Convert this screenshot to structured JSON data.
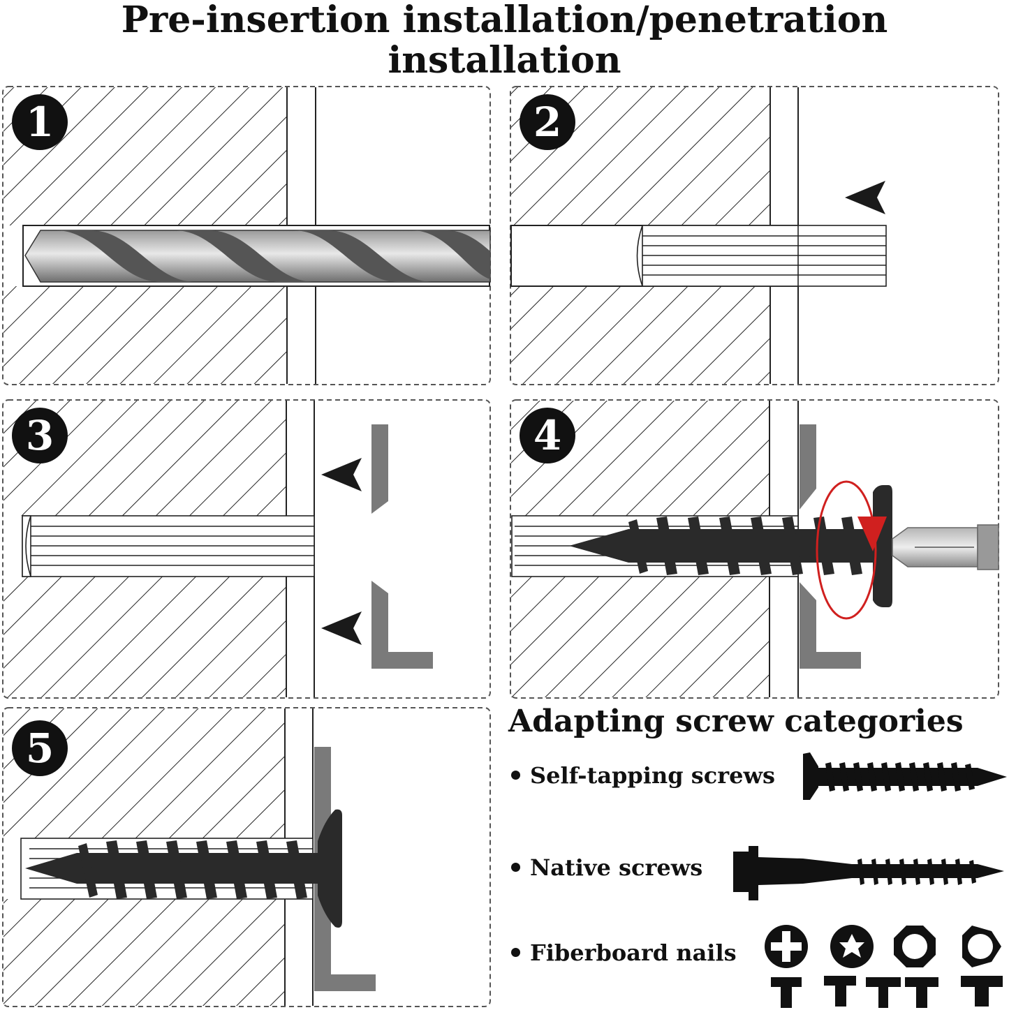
{
  "title": {
    "line1": "Pre-insertion installation/penetration",
    "line2": "installation"
  },
  "steps": [
    {
      "number": "1"
    },
    {
      "number": "2"
    },
    {
      "number": "3"
    },
    {
      "number": "4"
    },
    {
      "number": "5"
    }
  ],
  "categories": {
    "heading": "Adapting screw categories",
    "items": [
      {
        "label": "Self-tapping screws",
        "icon": "self-tapping-screw-icon"
      },
      {
        "label": "Native screws",
        "icon": "native-screw-icon"
      },
      {
        "label": "Fiberboard nails",
        "icon": "screw-head-types-icon"
      }
    ]
  },
  "colors": {
    "ink": "#111111",
    "screw": "#2a2a2a",
    "bracket": "#7a7a7a",
    "rotation_arrow": "#d0201f"
  }
}
